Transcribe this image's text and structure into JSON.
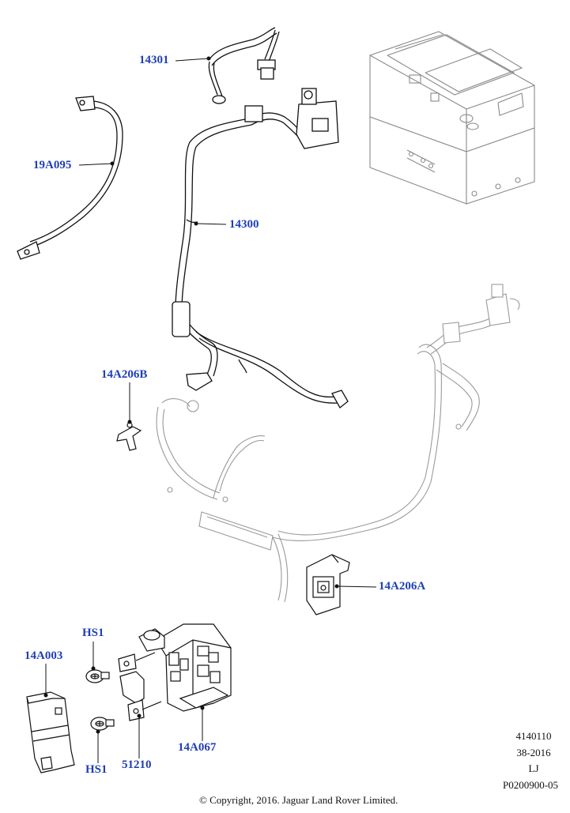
{
  "callouts": {
    "c14301": "14301",
    "c19A095": "19A095",
    "c14300": "14300",
    "c14A206B": "14A206B",
    "c14A206A": "14A206A",
    "c14A003": "14A003",
    "cHS1_top": "HS1",
    "cHS1_bottom": "HS1",
    "c51210": "51210",
    "c14A067": "14A067"
  },
  "meta": {
    "line1": "4140110",
    "line2": "38-2016",
    "line3": "LJ",
    "line4": "P0200900-05"
  },
  "copyright": "© Copyright, 2016. Jaguar Land Rover Limited.",
  "colors": {
    "callout_text": "#1f3fb5",
    "line_art": "#111111",
    "harness_ghost": "#9a9a9a",
    "battery_ghost": "#8a8a8a"
  }
}
